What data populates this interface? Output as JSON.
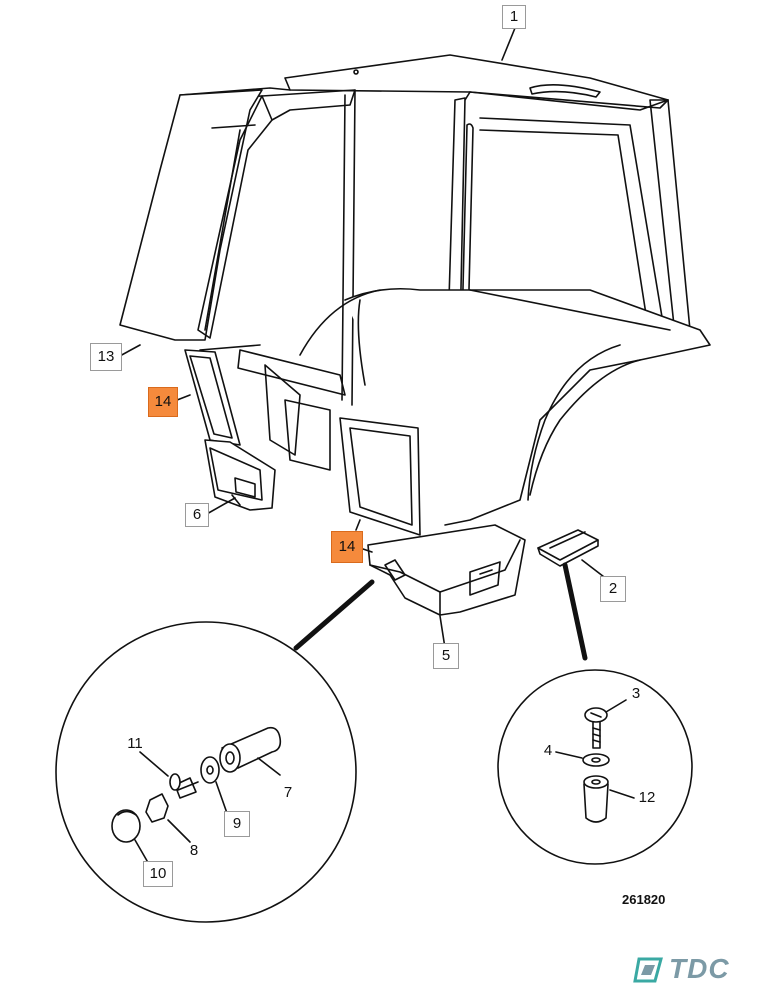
{
  "figure_number": "261820",
  "watermark": {
    "text": "TDC",
    "color": "#7c9aa6",
    "accent_color": "#3aa9a3"
  },
  "highlight_color": "#f58a3c",
  "callouts": [
    {
      "id": "c1",
      "label": "1",
      "highlighted": false
    },
    {
      "id": "c2",
      "label": "2",
      "highlighted": false
    },
    {
      "id": "c3",
      "label": "3",
      "highlighted": false
    },
    {
      "id": "c4",
      "label": "4",
      "highlighted": false
    },
    {
      "id": "c5",
      "label": "5",
      "highlighted": false
    },
    {
      "id": "c6",
      "label": "6",
      "highlighted": false
    },
    {
      "id": "c7",
      "label": "7",
      "highlighted": false
    },
    {
      "id": "c8",
      "label": "8",
      "highlighted": false
    },
    {
      "id": "c9",
      "label": "9",
      "highlighted": false
    },
    {
      "id": "c10",
      "label": "10",
      "highlighted": false
    },
    {
      "id": "c11",
      "label": "11",
      "highlighted": false
    },
    {
      "id": "c12",
      "label": "12",
      "highlighted": false
    },
    {
      "id": "c13",
      "label": "13",
      "highlighted": false
    },
    {
      "id": "c14a",
      "label": "14",
      "highlighted": true
    },
    {
      "id": "c14b",
      "label": "14",
      "highlighted": true
    }
  ]
}
